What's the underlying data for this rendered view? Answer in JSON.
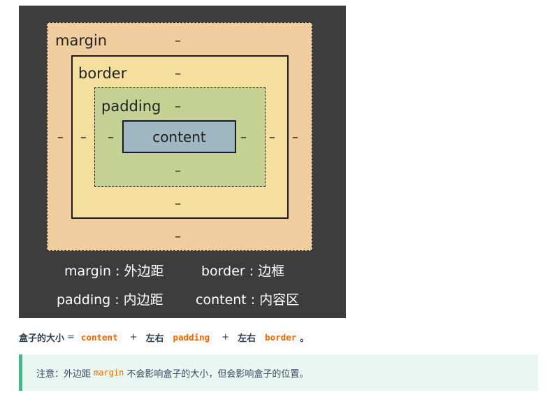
{
  "diagram": {
    "margin_label": "margin",
    "border_label": "border",
    "padding_label": "padding",
    "content_label": "content",
    "dash": "–",
    "legend": {
      "margin": "margin : 外边距",
      "border": "border : 边框",
      "padding": "padding : 内边距",
      "content": "content : 内容区"
    },
    "colors": {
      "background": "#3d3d3d",
      "margin": "#f0cd9f",
      "border": "#f4df9f",
      "padding": "#c5d193",
      "content": "#9eb7c2"
    }
  },
  "formula": {
    "label": "盒子的大小",
    "equals": "=",
    "term1": "content",
    "plus": "+",
    "side": "左右",
    "term2": "padding",
    "term3": "border",
    "period": "。"
  },
  "note": {
    "prefix": "注意：外边距",
    "code": "margin",
    "suffix": "不会影响盒子的大小，但会影响盒子的位置。",
    "accent_color": "#42b983"
  }
}
